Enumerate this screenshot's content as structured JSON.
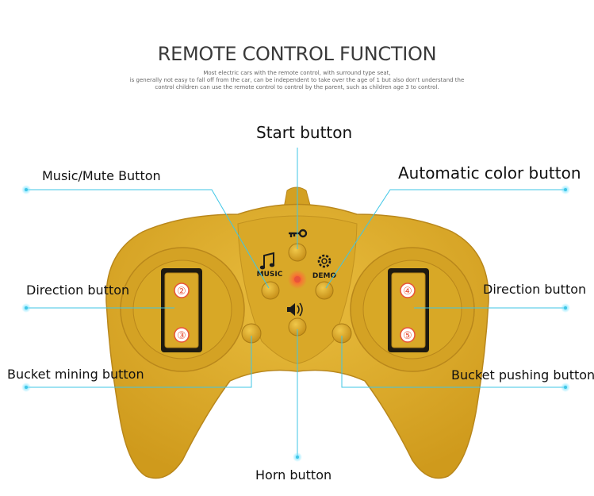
{
  "header": {
    "title": "REMOTE CONTROL FUNCTION",
    "desc1": "Most electric cars with the remote control, with surround type seat,",
    "desc2": "is generally not easy to fall off from the car, can be independent to take over the age of 1 but also don't understand the",
    "desc3": "control children can use the remote control to control by the parent, such as children age 3 to control."
  },
  "labels": {
    "start": "Start button",
    "music": "Music/Mute Button",
    "auto": "Automatic color button",
    "dir_left": "Direction button",
    "dir_right": "Direction button",
    "bucket_mining": "Bucket mining button",
    "bucket_pushing": "Bucket pushing button",
    "horn": "Horn button"
  },
  "controller": {
    "music_text": "MUSIC",
    "demo_text": "DEMO",
    "left_up": "②",
    "left_down": "③",
    "right_up": "④",
    "right_down": "⑤",
    "body_color": "#d9a825",
    "accent_color": "#e8533a",
    "line_color": "#3fc6e6"
  }
}
